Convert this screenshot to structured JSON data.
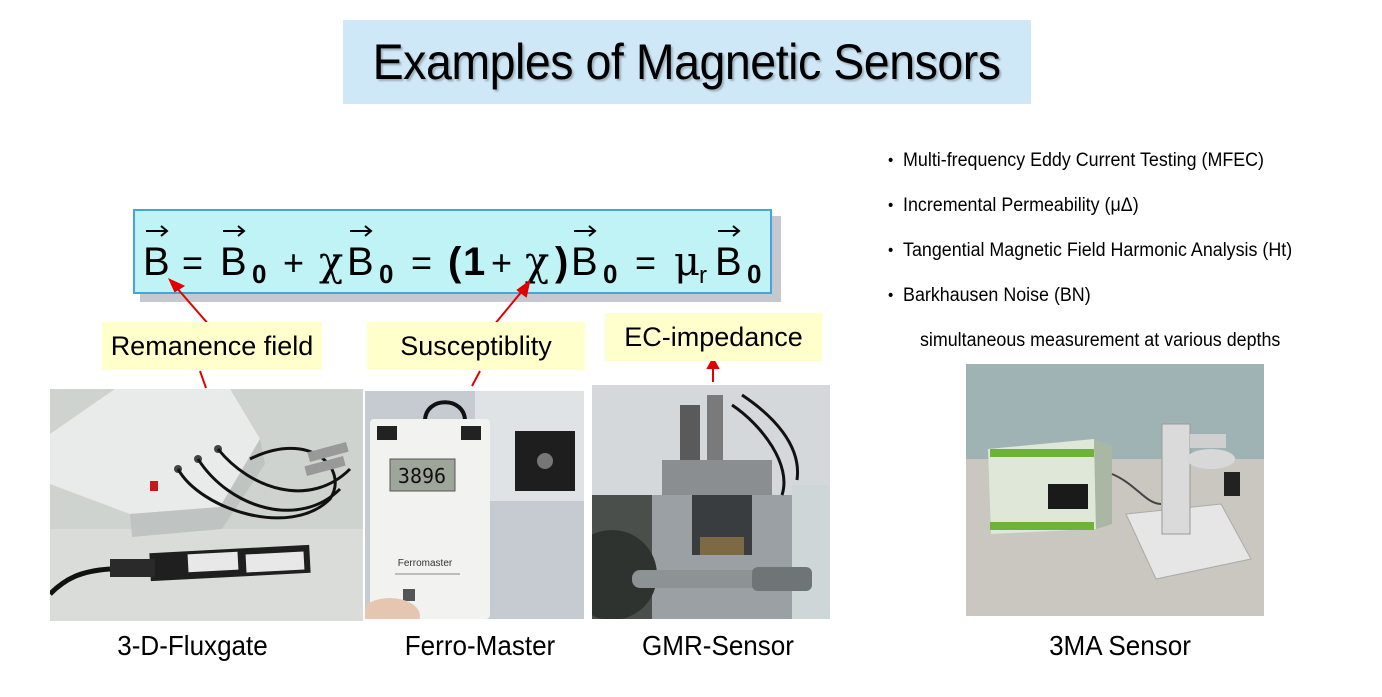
{
  "title": "Examples of Magnetic Sensors",
  "equation": {
    "t1": "B",
    "eq1": "=",
    "t2": "B",
    "t2sub": "0",
    "plus1": "+",
    "chi1": "χ",
    "t3": "B",
    "t3sub": "0",
    "eq2": "=",
    "paren_open": "(",
    "one": "1",
    "plus2": "+",
    "chi2": "χ",
    "paren_close": ")",
    "t4": "B",
    "t4sub": "0",
    "eq3": "=",
    "mu": "μ",
    "musub": "r",
    "t5": "B",
    "t5sub": "0"
  },
  "labels": {
    "remanence": "Remanence field",
    "susceptibility": "Susceptiblity",
    "ec_impedance": "EC-impedance"
  },
  "sensors": [
    {
      "caption": "3-D-Fluxgate"
    },
    {
      "caption": "Ferro-Master"
    },
    {
      "caption": "GMR-Sensor"
    },
    {
      "caption": "3MA Sensor"
    }
  ],
  "photo_text": {
    "display_value": "3896",
    "device_brand": "Ferromaster"
  },
  "bullets": [
    "Multi-frequency  Eddy Current Testing (MFEC)",
    "Incremental  Permeability  (μΔ)",
    "Tangential  Magnetic Field Harmonic Analysis  (Ht)",
    "Barkhausen Noise (BN)"
  ],
  "bullet_sub": "simultaneous  measurement  at various  depths",
  "colors": {
    "title_bg": "#cfe8f7",
    "equation_bg": "#bff3f5",
    "equation_border": "#4aa3d8",
    "label_bg": "#ffffcc",
    "arrow": "#e00000"
  }
}
